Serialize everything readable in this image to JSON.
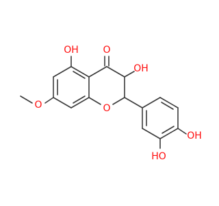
{
  "molecule": {
    "atoms": {
      "o_carbonyl": "O",
      "oh_5": "OH",
      "oh_3": "OH",
      "o_methoxy": "O",
      "o_ring": "O",
      "oh_4p": "OH",
      "oh_3p": "HO"
    },
    "colors": {
      "bond": "#3a3a3a",
      "heteroatom": "#ff0d0d",
      "background": "#ffffff"
    }
  }
}
